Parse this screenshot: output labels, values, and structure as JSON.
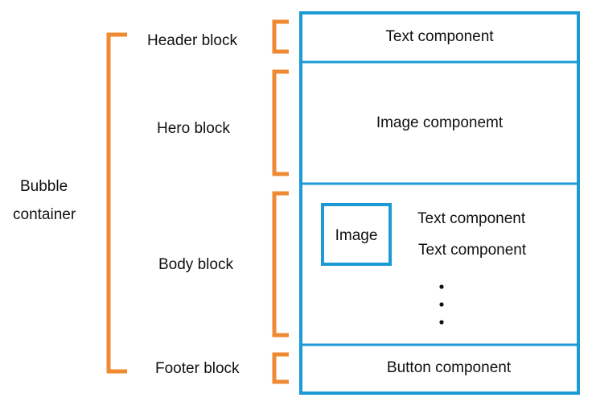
{
  "bubble_label_line1": "Bubble",
  "bubble_label_line2": "container",
  "blocks": {
    "header": "Header block",
    "hero": "Hero block",
    "body": "Body block",
    "footer": "Footer block"
  },
  "components": {
    "header_text": "Text component",
    "hero_image": "Image componemt",
    "body_image": "Image",
    "body_text_1": "Text component",
    "body_text_2": "Text component",
    "footer_button": "Button component"
  },
  "colors": {
    "bracket": "#EF8A33",
    "box": "#1C9AD6"
  }
}
